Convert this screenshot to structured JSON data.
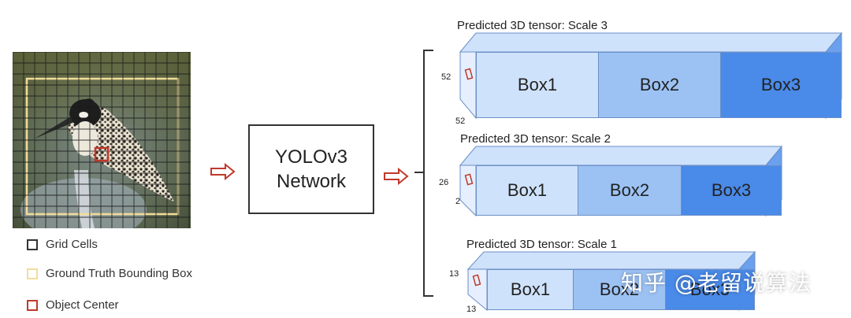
{
  "legend": {
    "items": [
      {
        "label": "Grid Cells",
        "color": "#333333"
      },
      {
        "label": "Ground Truth Bounding Box",
        "color": "#f2dc9a"
      },
      {
        "label": "Object Center",
        "color": "#c0392b"
      }
    ]
  },
  "network": {
    "label": "YOLOv3 Network"
  },
  "tensors": [
    {
      "title": "Predicted 3D tensor: Scale 3",
      "dim_left": "52",
      "dim_bottom": "52",
      "boxes": [
        "Box1",
        "Box2",
        "Box3"
      ]
    },
    {
      "title": "Predicted 3D tensor: Scale 2",
      "dim_left": "26",
      "dim_bottom": "2",
      "boxes": [
        "Box1",
        "Box2",
        "Box3"
      ]
    },
    {
      "title": "Predicted 3D tensor: Scale 1",
      "dim_left": "13",
      "dim_bottom": "13",
      "boxes": [
        "Box1",
        "Box2",
        "Box3"
      ]
    }
  ],
  "watermark": "知乎 @老留说算法",
  "colors": {
    "box1": "#cfe2fb",
    "box2": "#9cc2f4",
    "box3": "#4a8ae8",
    "arrow": "#c0392b"
  }
}
